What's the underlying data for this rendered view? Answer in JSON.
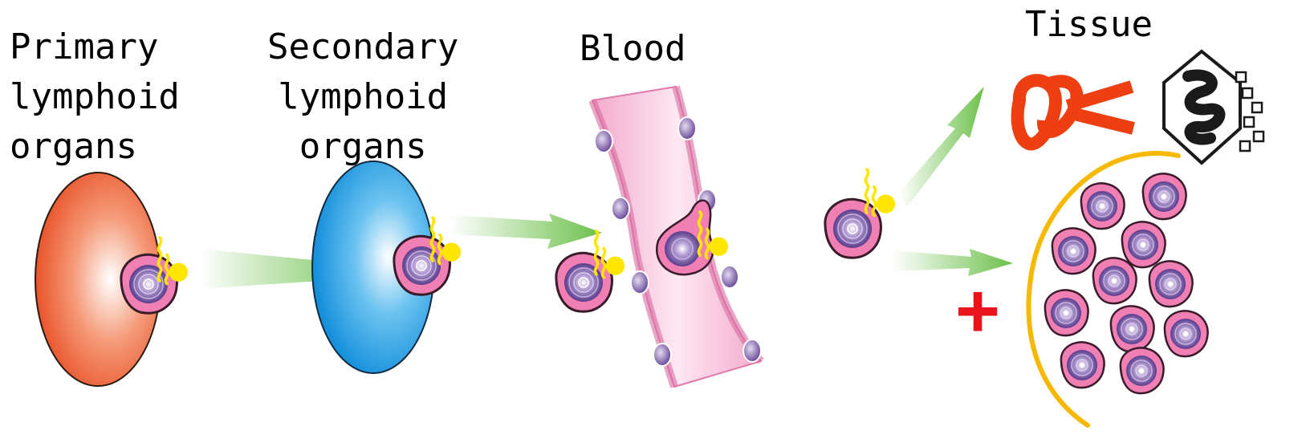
{
  "labels": {
    "primary": [
      "Primary",
      "lymphoid",
      "organs"
    ],
    "secondary": [
      "Secondary",
      "lymphoid",
      "organs"
    ],
    "blood": "Blood",
    "tissue": "Tissue"
  },
  "symbols": {
    "plus": "+"
  },
  "colors": {
    "primary_organ": "#e8532a",
    "secondary_organ": "#1796dd",
    "cell_body": "#f07fb4",
    "cell_nucleus": "#7b4fa0",
    "receptor": "#ffe600",
    "arrow": "#6cc04a",
    "vessel": "#f6bcd8",
    "tissue_arc": "#f6b800",
    "plus": "#e8141b",
    "orange_ribbon": "#ee3f12"
  }
}
